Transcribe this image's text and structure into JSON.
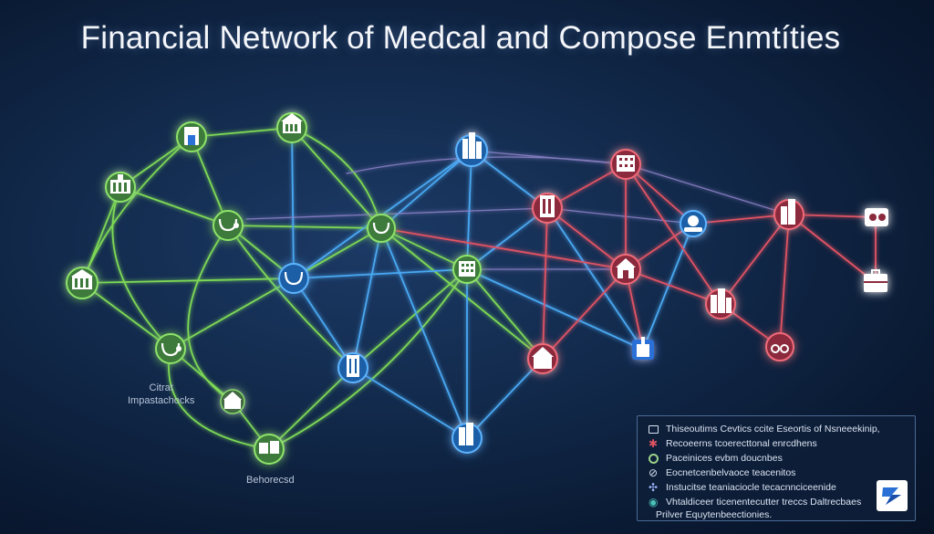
{
  "title": "Financial Network of Medcal and Compose Enmtíties",
  "labels": {
    "citrat_line1": "Citrat",
    "citrat_line2": "Impastachocks",
    "bottom": "Behorecsd"
  },
  "legend": {
    "items": [
      {
        "text": "Thiseoutims Cevtics ccite Eseortis of Nsneeekinip,",
        "icon": "card-icon"
      },
      {
        "text": "Recoeerns tcoerecttonal enrcdhens",
        "icon": "medical-star-icon"
      },
      {
        "text": "Paceinices evbm doucnbes",
        "icon": "ring-icon"
      },
      {
        "text": "Eocnetcenbelvaoce teacenitos",
        "icon": "link-icon"
      },
      {
        "text": "Instucitse teaniaciocle tecacnnciceenide",
        "icon": "atom-icon"
      },
      {
        "text": "Vhtaldiceer ticenentecutter treccs Daltrecbaes",
        "icon": "eye-icon"
      },
      {
        "text": "Prilver Equytenbeectionies.",
        "icon": "briefcase-icon"
      }
    ]
  },
  "colors": {
    "green": "#7ed957",
    "blue": "#49a8f2",
    "red": "#e05363",
    "purple": "#8f84c9"
  }
}
